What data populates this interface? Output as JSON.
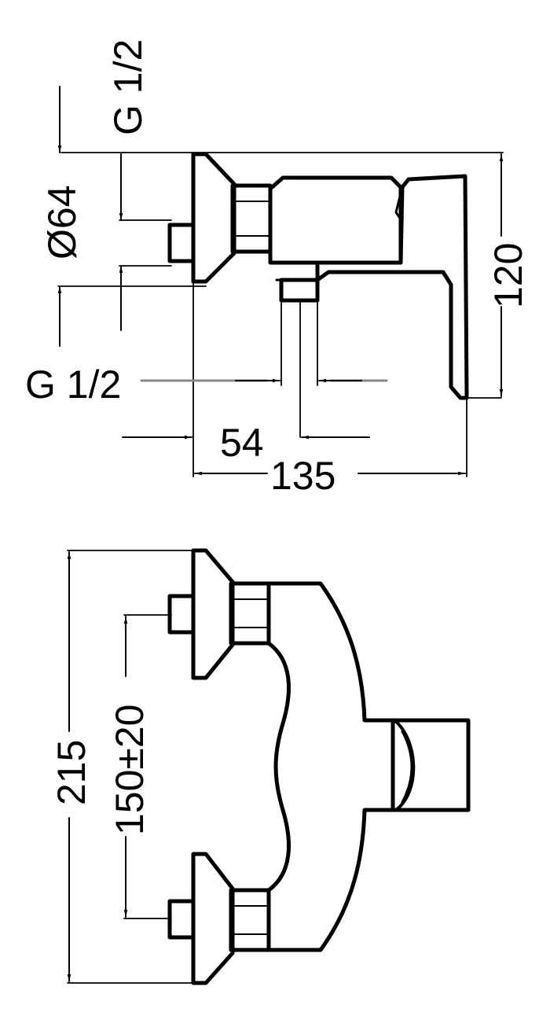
{
  "dimensions": {
    "g_top": "G 1/2",
    "diameter": "Ø64",
    "g_left": "G 1/2",
    "dim_120": "120",
    "dim_54": "54",
    "dim_135": "135",
    "dim_215": "215",
    "dim_150": "150±20"
  }
}
